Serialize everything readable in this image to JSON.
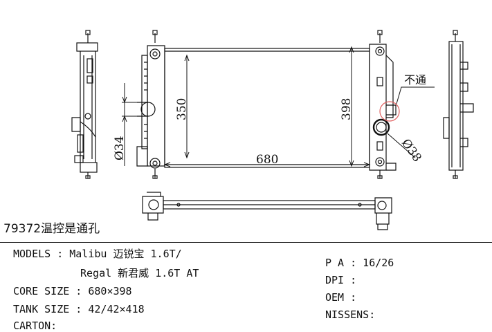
{
  "drawing": {
    "dimensions": {
      "width": "680",
      "height_398": "398",
      "height_350": "350",
      "dia_34": "Ø34",
      "dia_38": "Ø38"
    },
    "note_label": "不通",
    "caption": "79372温控是通孔"
  },
  "specs": {
    "models_line1": "MODELS : Malibu 迈锐宝 1.6T/",
    "models_line2": "Regal 新君威 1.6T AT",
    "core_size": "CORE SIZE : 680×398",
    "tank_size": "TANK SIZE : 42/42×418",
    "carton": "CARTON:",
    "pa": "P A : 16/26",
    "dpi": "DPI :",
    "oem": "OEM :",
    "nissens": "NISSENS:"
  },
  "colors": {
    "line": "#111111",
    "highlight_circle": "#e06060"
  }
}
